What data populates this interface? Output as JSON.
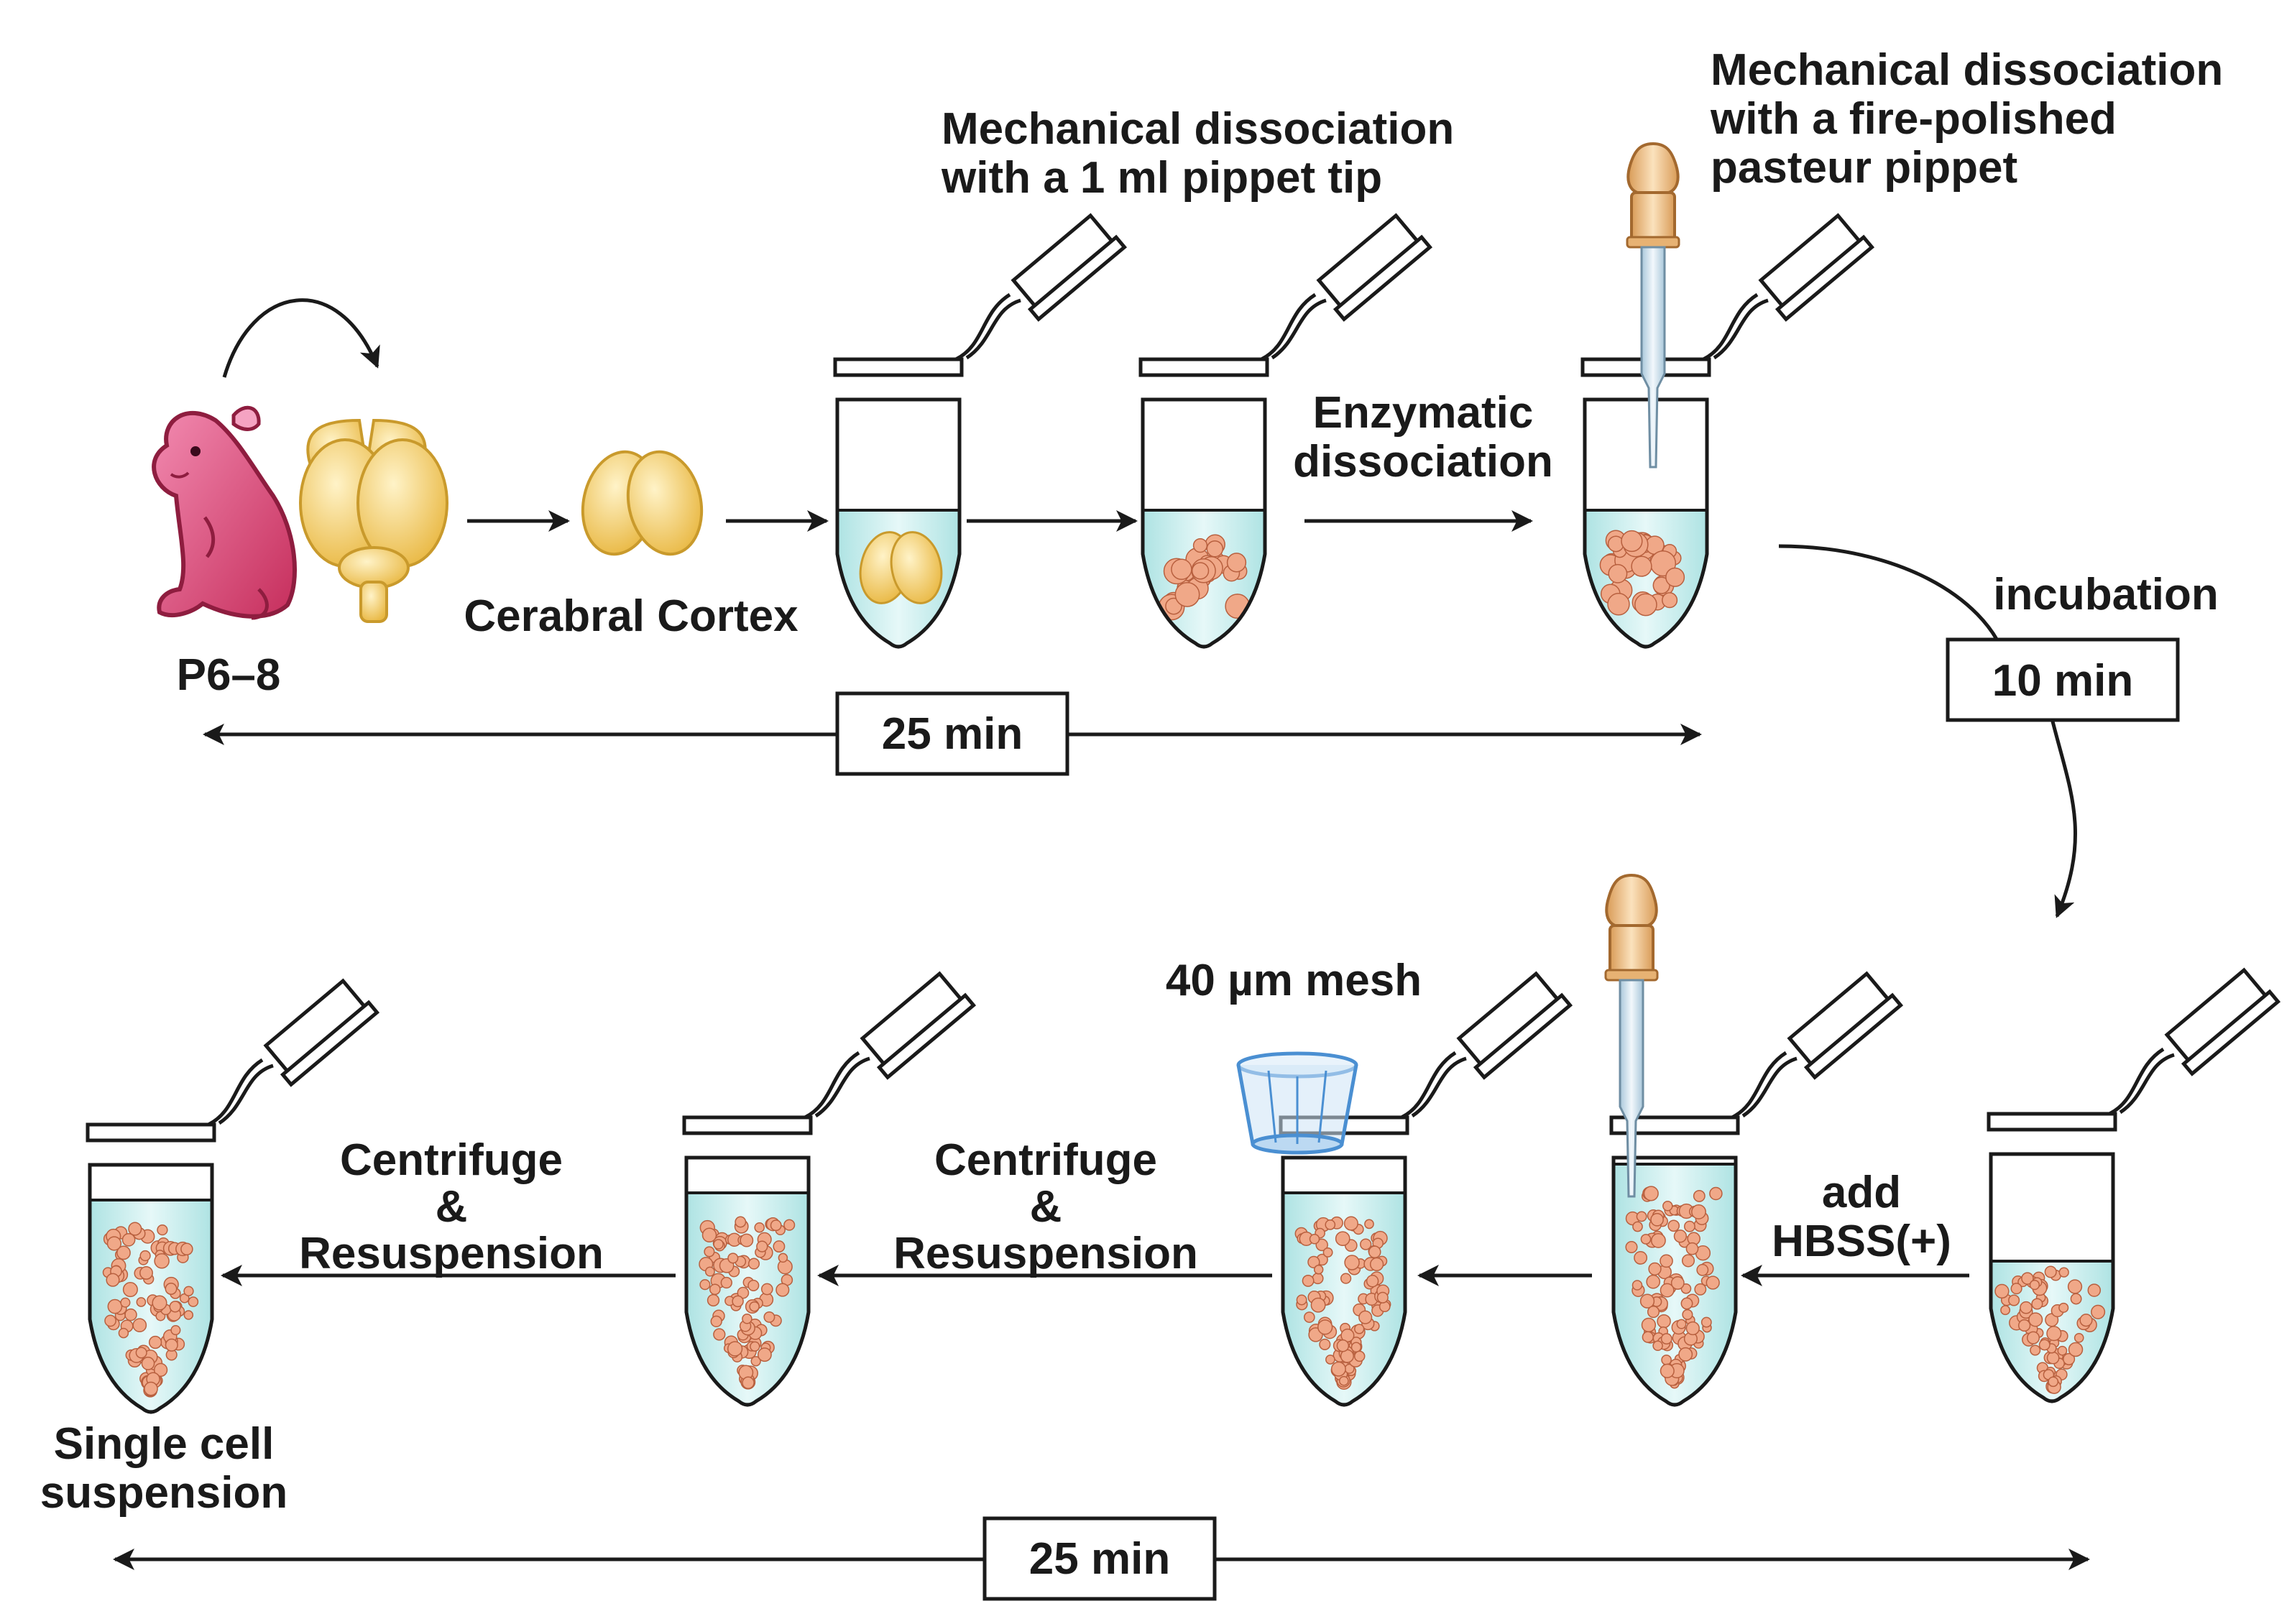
{
  "labels": {
    "mech_tip_1": "Mechanical dissociation",
    "mech_tip_2": "with a 1 ml pippet tip",
    "mech_pasteur_1": "Mechanical dissociation",
    "mech_pasteur_2": "with a fire-polished",
    "mech_pasteur_3": "pasteur pippet",
    "enzymatic_1": "Enzymatic",
    "enzymatic_2": "dissociation",
    "cortex": "Cerabral Cortex",
    "age": "P6–8",
    "incubation": "incubation",
    "incubation_time": "10 min",
    "top_duration": "25 min",
    "mesh": "40 µm mesh",
    "add_1": "add",
    "add_2": "HBSS(+)",
    "cf_a_1": "Centrifuge",
    "cf_a_2": "&",
    "cf_a_3": "Resuspension",
    "cf_b_1": "Centrifuge",
    "cf_b_2": "&",
    "cf_b_3": "Resuspension",
    "single_1": "Single cell",
    "single_2": "suspension",
    "bottom_duration": "25 min"
  },
  "colors": {
    "ink": "#1a1a1a",
    "liquid": "#c9eeee",
    "cell": "#f0a888",
    "cell_edge": "#b8603f",
    "tissue": "#f3cd6e",
    "tissue_edge": "#c99a2c",
    "mouse": "#d9456f",
    "mouse_edge": "#8e1d3f",
    "mesh": "#4a8fd2",
    "pipette_bulb": "#f0c38a",
    "pipette_glass": "#cfe3ee"
  }
}
